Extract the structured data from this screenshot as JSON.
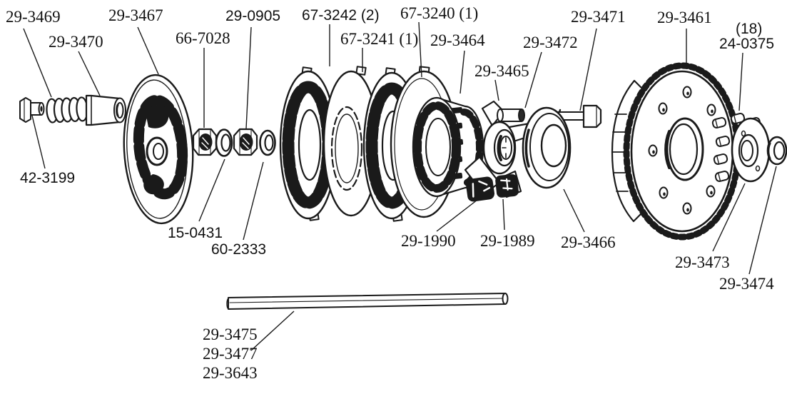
{
  "figure": {
    "kind": "exploded-parts-diagram",
    "subject": "clutch assembly line drawing",
    "background": "#ffffff",
    "line_color": "#1a1a1a"
  },
  "labels": [
    {
      "text": "29-3469"
    },
    {
      "text": "29-3467"
    },
    {
      "text": "29-0905"
    },
    {
      "text": "67-3242 (2)"
    },
    {
      "text": "67-3240 (1)"
    },
    {
      "text": "29-3471"
    },
    {
      "text": "29-3461"
    },
    {
      "text": "29-3470"
    },
    {
      "text": "66-7028"
    },
    {
      "text": "67-3241 (1)"
    },
    {
      "text": "29-3464"
    },
    {
      "text": "29-3472"
    },
    {
      "text": "(18)"
    },
    {
      "text": "24-0375"
    },
    {
      "text": "29-3465"
    },
    {
      "text": "42-3199"
    },
    {
      "text": "15-0431"
    },
    {
      "text": "60-2333"
    },
    {
      "text": "29-1990"
    },
    {
      "text": "29-1989"
    },
    {
      "text": "29-3466"
    },
    {
      "text": "29-3473"
    },
    {
      "text": "29-3474"
    },
    {
      "text": "29-3475"
    },
    {
      "text": "29-3477"
    },
    {
      "text": "29-3643"
    }
  ]
}
